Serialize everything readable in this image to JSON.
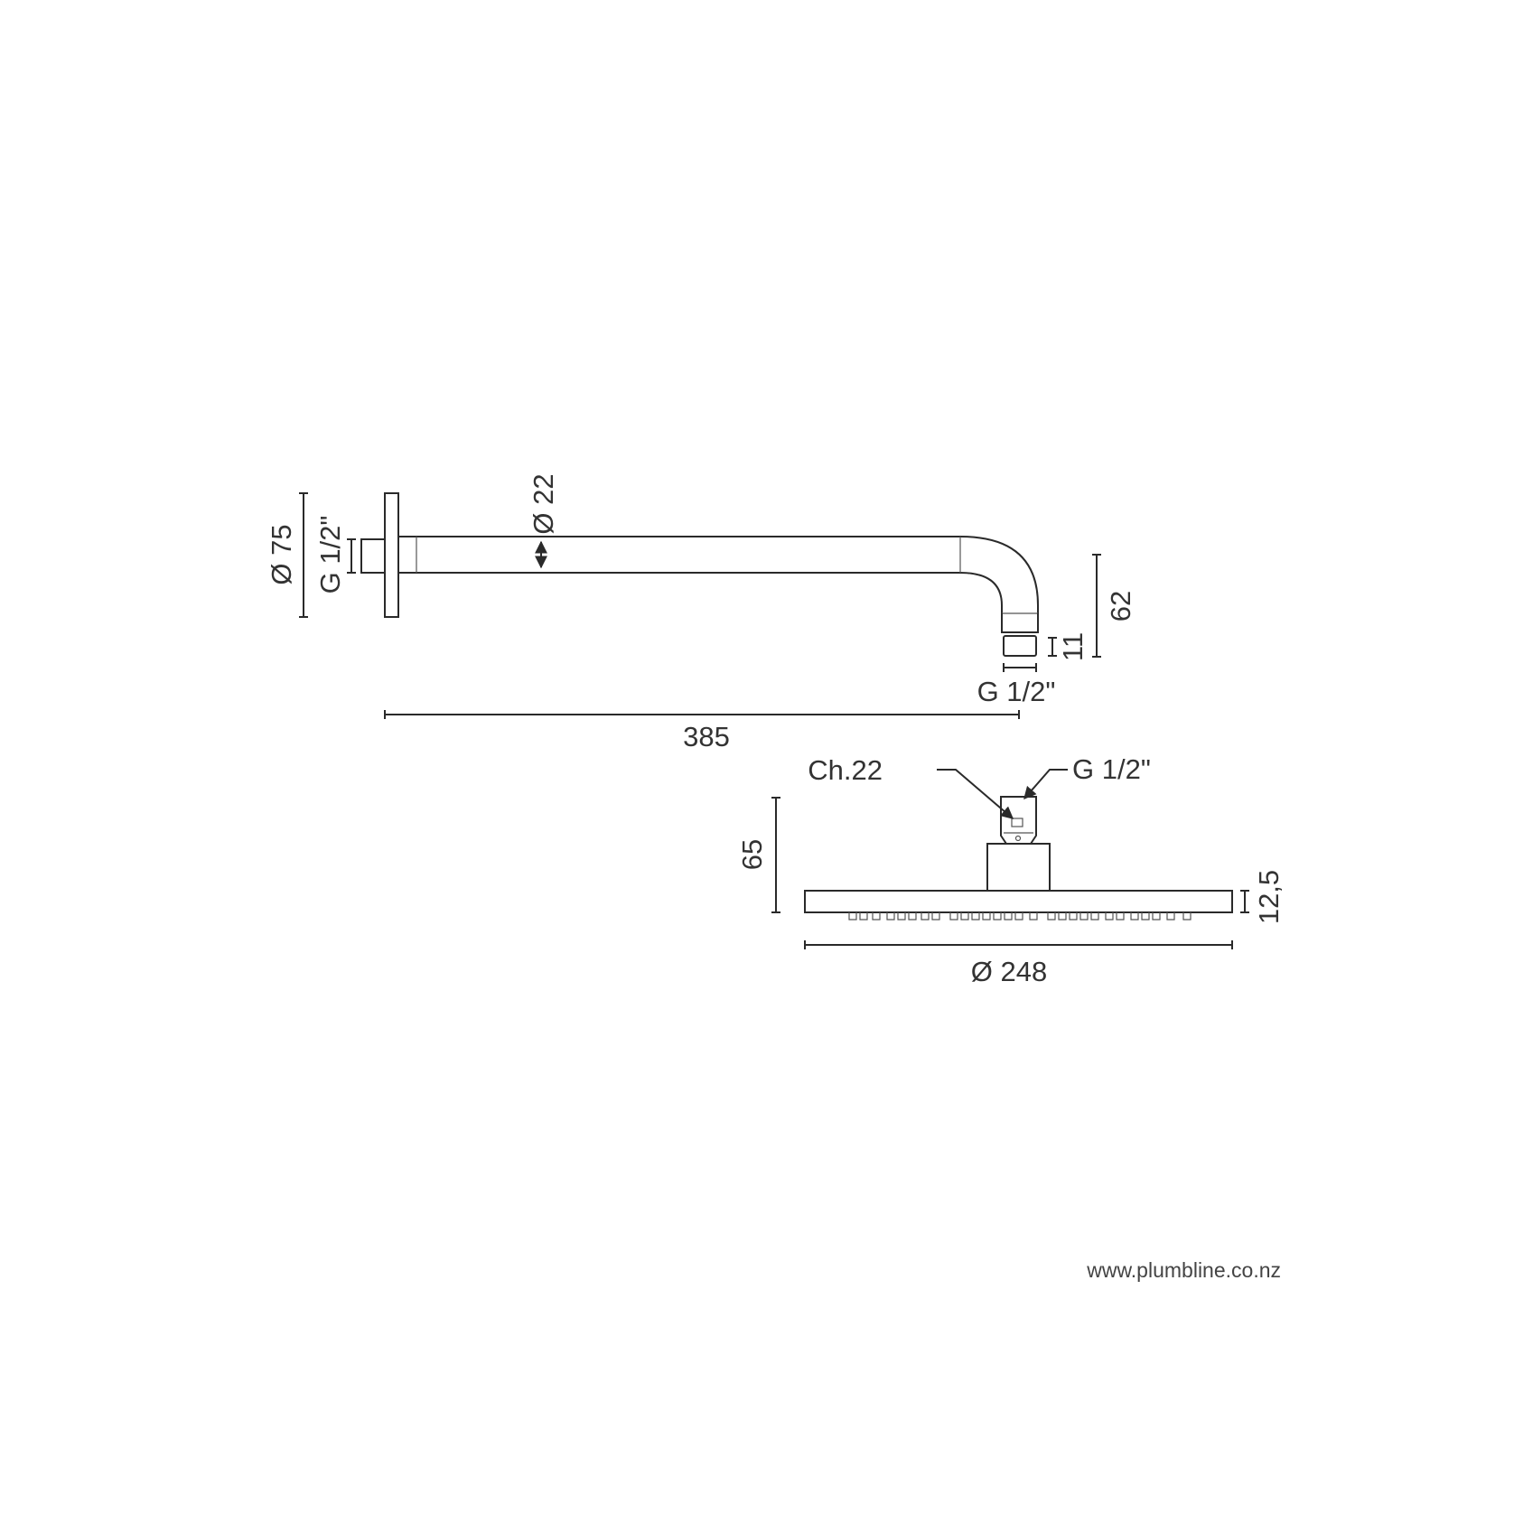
{
  "arm_view": {
    "flange_diameter": "Ø 75",
    "inlet_thread": "G 1/2\"",
    "arm_diameter": "Ø 22",
    "drop_height": "62",
    "outlet_thread_length": "11",
    "outlet_thread": "G 1/2\"",
    "projection_length": "385"
  },
  "head_view": {
    "wrench_size": "Ch.22",
    "inlet_thread": "G 1/2\"",
    "total_height": "65",
    "plate_thickness": "12,5",
    "head_diameter": "Ø 248"
  },
  "footer": {
    "website": "www.plumbline.co.nz"
  }
}
